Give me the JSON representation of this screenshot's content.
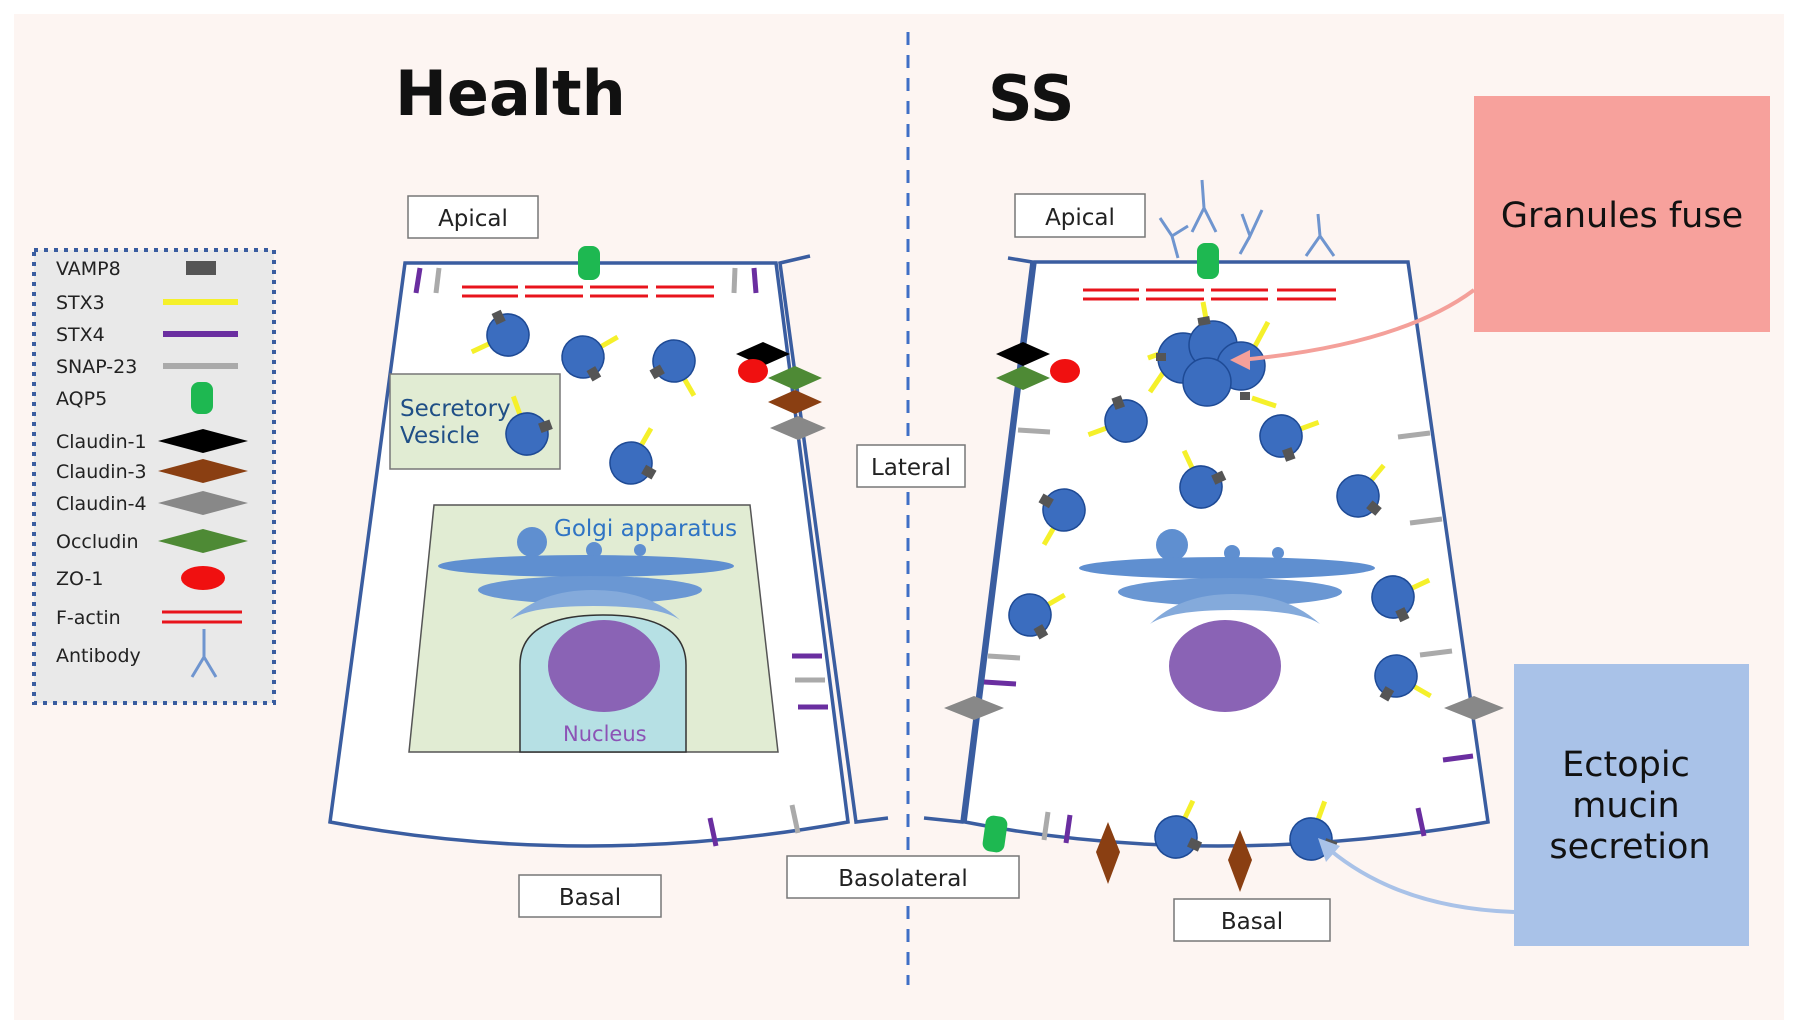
{
  "titles": {
    "health": "Health",
    "ss": "SS"
  },
  "labels": {
    "apical": "Apical",
    "basal": "Basal",
    "lateral": "Lateral",
    "basolateral": "Basolateral",
    "secretory_vesicle_line1": "Secretory",
    "secretory_vesicle_line2": "Vesicle",
    "golgi": "Golgi apparatus",
    "nucleus": "Nucleus"
  },
  "callouts": {
    "granules_fuse": "Granules fuse",
    "ectopic_line1": "Ectopic",
    "ectopic_line2": "mucin",
    "ectopic_line3": "secretion"
  },
  "legend": [
    {
      "label": "VAMP8",
      "icon": "vamp8-icon",
      "color": "#555555"
    },
    {
      "label": "STX3",
      "icon": "stx3-icon",
      "color": "#f5f02a"
    },
    {
      "label": "STX4",
      "icon": "stx4-icon",
      "color": "#6a2ea0"
    },
    {
      "label": "SNAP-23",
      "icon": "snap23-icon",
      "color": "#aaaaaa"
    },
    {
      "label": "AQP5",
      "icon": "aqp5-icon",
      "color": "#1eb851"
    },
    {
      "label": "Claudin-1",
      "icon": "claudin1-icon",
      "color": "#000000"
    },
    {
      "label": "Claudin-3",
      "icon": "claudin3-icon",
      "color": "#8a3f12"
    },
    {
      "label": "Claudin-4",
      "icon": "claudin4-icon",
      "color": "#888888"
    },
    {
      "label": "Occludin",
      "icon": "occludin-icon",
      "color": "#4e8a35"
    },
    {
      "label": "ZO-1",
      "icon": "zo1-icon",
      "color": "#f01010"
    },
    {
      "label": "F-actin",
      "icon": "factin-icon",
      "color": "#e8141c"
    },
    {
      "label": "Antibody",
      "icon": "antibody-icon",
      "color": "#6f95cf"
    }
  ],
  "colors": {
    "cell_outline": "#3a5da0",
    "vesicle": "#3b6dbf",
    "golgi": "#5f8fd0",
    "nucleus": "#8a63b5",
    "granules_box": "#f7a19c",
    "ectopic_box": "#a9c2e8",
    "divider": "#3f6fc6"
  }
}
